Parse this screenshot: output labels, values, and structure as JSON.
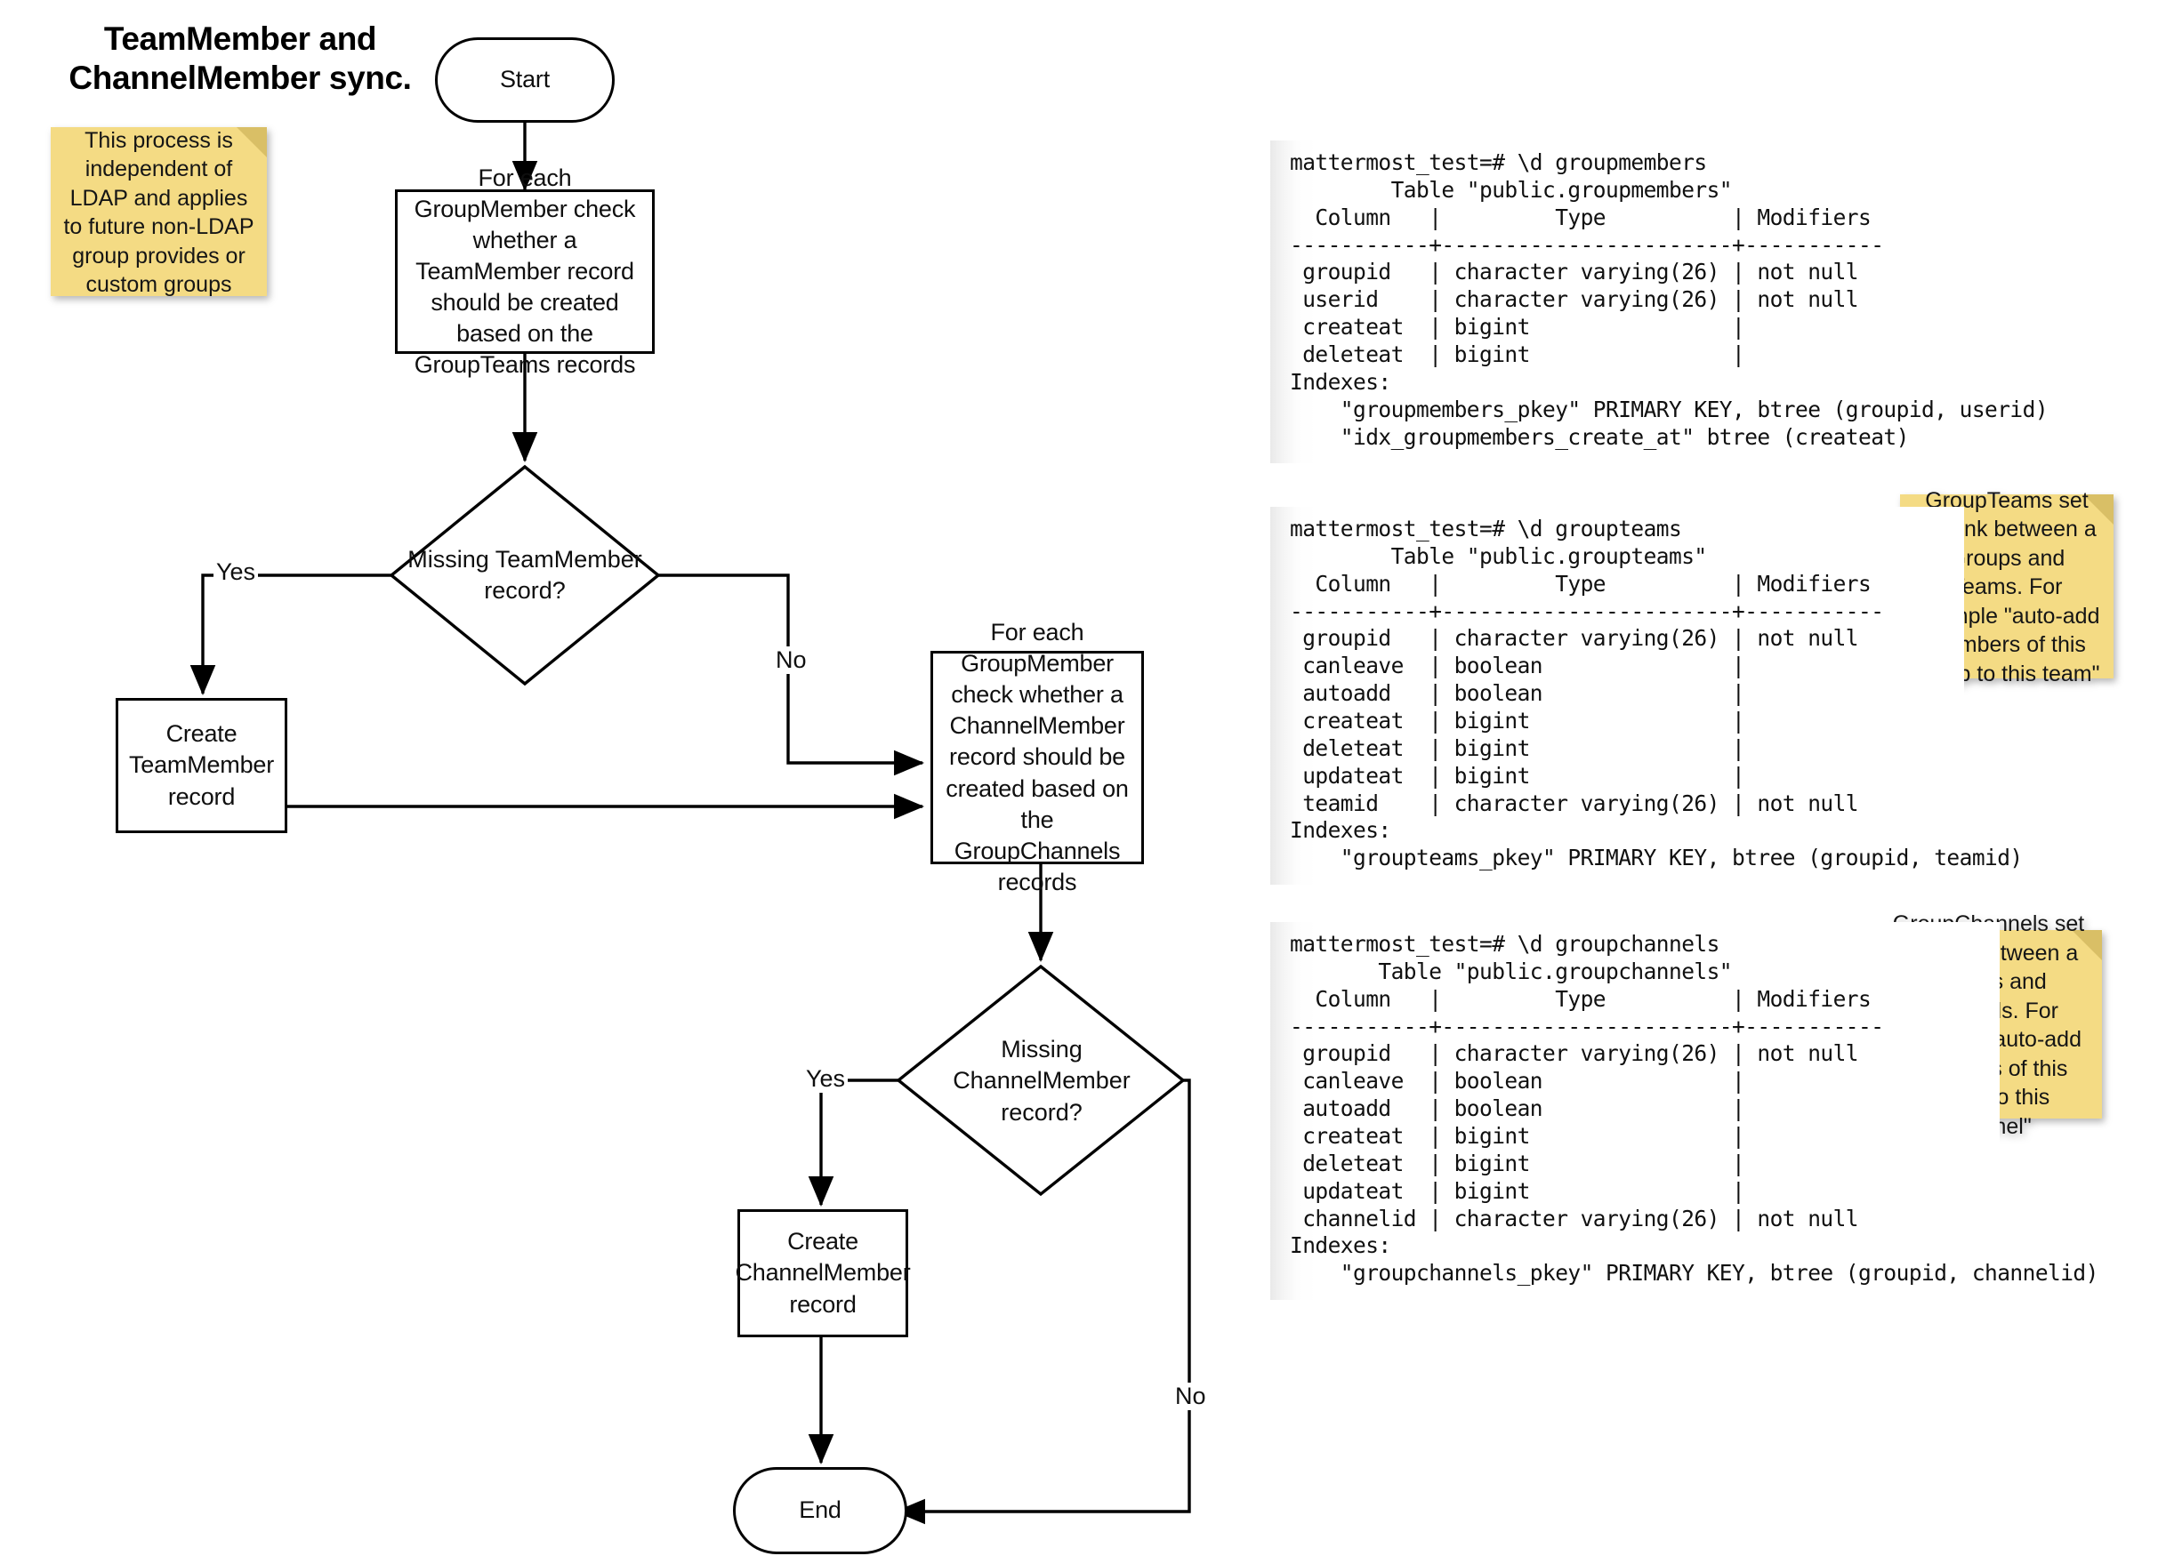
{
  "title": {
    "line1": "TeamMember and",
    "line2": "ChannelMember sync."
  },
  "flowchart": {
    "nodes": {
      "start": {
        "label": "Start",
        "shape": "terminator"
      },
      "process_team": {
        "label": "For each GroupMember check whether a TeamMember record should be created based on the GroupTeams records",
        "shape": "process"
      },
      "decision_team": {
        "label": "Missing TeamMember record?",
        "shape": "decision"
      },
      "create_team": {
        "label": "Create TeamMember record",
        "shape": "process"
      },
      "process_channel": {
        "label": "For each GroupMember check whether a ChannelMember record should be created based on the GroupChannels records",
        "shape": "process"
      },
      "decision_channel": {
        "label": "Missing ChannelMember record?",
        "shape": "decision"
      },
      "create_channel": {
        "label": "Create ChannelMember record",
        "shape": "process"
      },
      "end": {
        "label": "End",
        "shape": "terminator"
      }
    },
    "edge_labels": {
      "team_yes": "Yes",
      "team_no": "No",
      "channel_yes": "Yes",
      "channel_no": "No"
    }
  },
  "notes": {
    "ldap": "This process is independent of LDAP and applies to future non-LDAP group provides or custom groups",
    "groupteams": "GroupTeams set the link between a Groups and Teams. For example \"auto-add members of this group to this team\"",
    "groupchannels": "GroupChannels set the link between a Groups and Channels. For example \"auto-add members of this group to this channel\""
  },
  "terminals": {
    "groupmembers": "mattermost_test=# \\d groupmembers\n        Table \"public.groupmembers\"\n  Column   |         Type          | Modifiers\n-----------+-----------------------+-----------\n groupid   | character varying(26) | not null\n userid    | character varying(26) | not null\n createat  | bigint                |\n deleteat  | bigint                |\nIndexes:\n    \"groupmembers_pkey\" PRIMARY KEY, btree (groupid, userid)\n    \"idx_groupmembers_create_at\" btree (createat)",
    "groupteams": "mattermost_test=# \\d groupteams\n        Table \"public.groupteams\"\n  Column   |         Type          | Modifiers\n-----------+-----------------------+-----------\n groupid   | character varying(26) | not null\n canleave  | boolean               |\n autoadd   | boolean               |\n createat  | bigint                |\n deleteat  | bigint                |\n updateat  | bigint                |\n teamid    | character varying(26) | not null\nIndexes:\n    \"groupteams_pkey\" PRIMARY KEY, btree (groupid, teamid)",
    "groupchannels": "mattermost_test=# \\d groupchannels\n       Table \"public.groupchannels\"\n  Column   |         Type          | Modifiers\n-----------+-----------------------+-----------\n groupid   | character varying(26) | not null\n canleave  | boolean               |\n autoadd   | boolean               |\n createat  | bigint                |\n deleteat  | bigint                |\n updateat  | bigint                |\n channelid | character varying(26) | not null\nIndexes:\n    \"groupchannels_pkey\" PRIMARY KEY, btree (groupid, channelid)"
  },
  "colors": {
    "sticky": "#f4db84",
    "sticky_fold": "#d9bf66",
    "line": "#000000",
    "node_fill": "#ffffff"
  }
}
